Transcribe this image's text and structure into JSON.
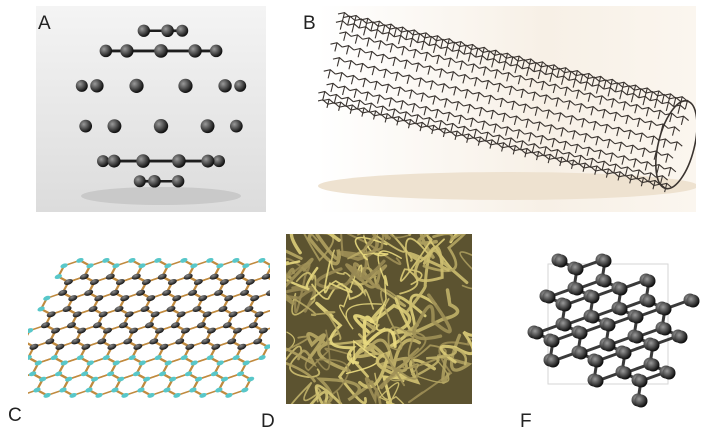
{
  "panels": {
    "a": {
      "label": "A"
    },
    "b": {
      "label": "B"
    },
    "c": {
      "label": "C"
    },
    "d": {
      "label": "D"
    },
    "f": {
      "label": "F"
    }
  },
  "colors": {
    "atom_dark": "#2a2a2a",
    "bond_dark": "#1e1e1e",
    "graphene_bond": "#c08a3e",
    "graphene_edge_atom": "#58c7c9",
    "nanofiber": "#d9cc86",
    "nanofiber_bg": "#5c5330"
  }
}
